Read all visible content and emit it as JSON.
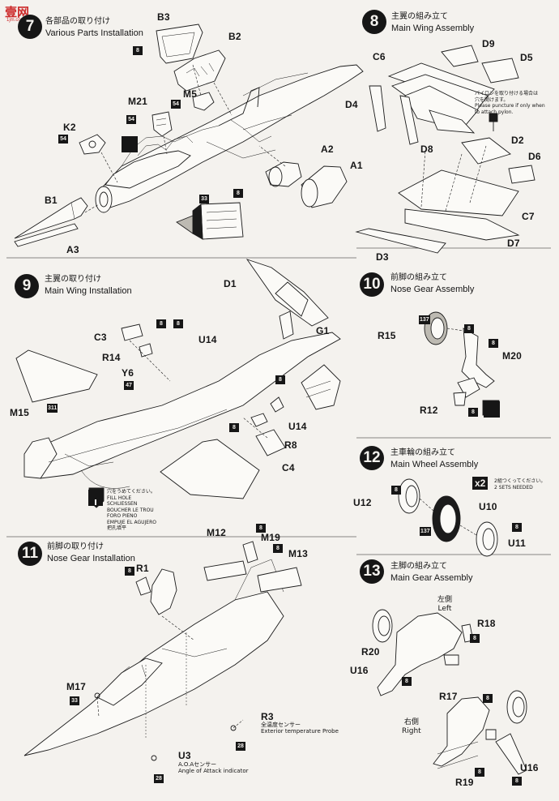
{
  "watermark": {
    "text": "壹网",
    "sub": "1jm.com"
  },
  "step7": {
    "num": "7",
    "jp": "各部品の取り付け",
    "en": "Various Parts Installation"
  },
  "step8": {
    "num": "8",
    "jp": "主翼の組み立て",
    "en": "Main Wing Assembly"
  },
  "step9": {
    "num": "9",
    "jp": "主翼の取り付け",
    "en": "Main Wing Installation"
  },
  "step10": {
    "num": "10",
    "jp": "前脚の組み立て",
    "en": "Nose Gear Assembly"
  },
  "step11": {
    "num": "11",
    "jp": "前脚の取り付け",
    "en": "Nose Gear Installation"
  },
  "step12": {
    "num": "12",
    "jp": "主車輪の組み立て",
    "en": "Main Wheel Assembly"
  },
  "step13": {
    "num": "13",
    "jp": "主脚の組み立て",
    "en": "Main Gear Assembly"
  },
  "parts": {
    "B3": "B3",
    "B2": "B2",
    "M5": "M5",
    "M21": "M21",
    "K2": "K2",
    "A2": "A2",
    "A1": "A1",
    "B1": "B1",
    "A3": "A3",
    "C6": "C6",
    "D9": "D9",
    "D5": "D5",
    "D4": "D4",
    "D8": "D8",
    "D2": "D2",
    "D6": "D6",
    "C7": "C7",
    "D7": "D7",
    "D3": "D3",
    "D1": "D1",
    "G1": "G1",
    "C3": "C3",
    "U14a": "U14",
    "R14": "R14",
    "Y6": "Y6",
    "M15": "M15",
    "U14b": "U14",
    "R8": "R8",
    "C4": "C4",
    "R15": "R15",
    "M20": "M20",
    "R12": "R12",
    "U12": "U12",
    "U10": "U10",
    "U11": "U11",
    "M12": "M12",
    "M19": "M19",
    "M13": "M13",
    "R1": "R1",
    "M17": "M17",
    "R3": "R3",
    "U3": "U3",
    "R18": "R18",
    "R20": "R20",
    "U16a": "U16",
    "R17": "R17",
    "R19": "R19",
    "U16b": "U16"
  },
  "codes": {
    "c8": "8",
    "c54": "54",
    "c33": "33",
    "c47": "47",
    "c311": "311",
    "c137": "137",
    "c28": "28"
  },
  "notes": {
    "pylon_jp": "パイロンを取り付ける場合は",
    "pylon_jp2": "穴を開けます。",
    "pylon_en1": "Please puncture if only when",
    "pylon_en2": "to attach pylon.",
    "fill_jp": "穴をうめてください。",
    "fill_en": "FILL HOLE",
    "fill_de": "SCHLIESSEN",
    "fill_fr": "BOUCHER LE TROU",
    "fill_it": "FORO PIENO",
    "fill_es": "EMPUJE EL AGUJERO",
    "fill_cn": "把孔填平",
    "sets_jp": "2組つくってください。",
    "sets_en": "2 SETS NEEDED",
    "x2": "x2",
    "temp_jp": "全温度センサー",
    "temp_en": "Exterior temperature Probe",
    "aoa_jp": "A.O.Aセンサー",
    "aoa_en": "Angle of Attack indicator",
    "left_jp": "左側",
    "left_en": "Left",
    "right_jp": "右側",
    "right_en": "Right"
  }
}
